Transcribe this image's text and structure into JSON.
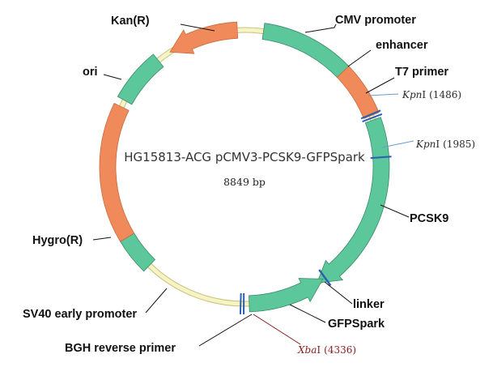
{
  "plasmid": {
    "name": "HG15813-ACG pCMV3-PCSK9-GFPSpark",
    "size": "8849 bp"
  },
  "colors": {
    "backbone": "#f6f3c4",
    "backbone_stroke": "#c9c27a",
    "promoter": "#5cc79a",
    "resistance": "#f08a5b",
    "feature_stroke": "#3c8a6a",
    "site_tick": "#2b5fb0",
    "site_line_blue": "#6a9ad0",
    "site_line_red": "#8a1c1c"
  },
  "features": [
    {
      "key": "cmv",
      "label": "CMV promoter",
      "color": "promoter"
    },
    {
      "key": "enh",
      "label": "enhancer",
      "color": "resistance"
    },
    {
      "key": "t7",
      "label": "T7 primer",
      "color": "site_tick"
    },
    {
      "key": "pcsk9",
      "label": "PCSK9",
      "color": "promoter"
    },
    {
      "key": "linker",
      "label": "linker",
      "color": "site_tick"
    },
    {
      "key": "gfp",
      "label": "GFPSpark",
      "color": "promoter"
    },
    {
      "key": "bgh",
      "label": "BGH reverse primer",
      "color": "site_tick"
    },
    {
      "key": "sv40",
      "label": "SV40 early promoter",
      "color": "promoter"
    },
    {
      "key": "hygro",
      "label": "Hygro(R)",
      "color": "resistance"
    },
    {
      "key": "ori",
      "label": "ori",
      "color": "promoter"
    },
    {
      "key": "kan",
      "label": "Kan(R)",
      "color": "resistance"
    }
  ],
  "sites": [
    {
      "key": "kpn1",
      "enzyme": "Kpn",
      "suffix": "I",
      "position": "(1486)"
    },
    {
      "key": "kpn2",
      "enzyme": "Kpn",
      "suffix": "I",
      "position": "(1985)"
    },
    {
      "key": "xba",
      "enzyme": "Xba",
      "suffix": "I",
      "position": "(4336)"
    }
  ]
}
